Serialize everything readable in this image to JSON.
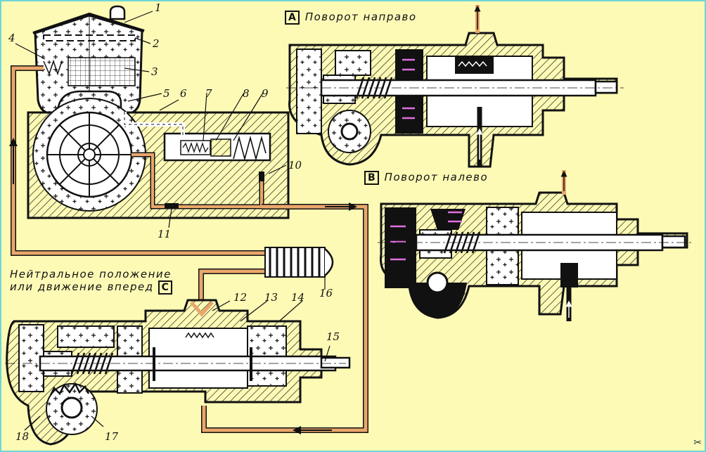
{
  "diagram": {
    "title_views": [
      {
        "badge": "A",
        "caption": "Поворот направо"
      },
      {
        "badge": "B",
        "caption": "Поворот налево"
      },
      {
        "badge": "C",
        "caption_line1": "Нейтральное положение",
        "caption_line2": "или движение вперед"
      }
    ],
    "part_labels": [
      "1",
      "2",
      "3",
      "4",
      "5",
      "6",
      "7",
      "8",
      "9",
      "10",
      "11",
      "12",
      "13",
      "14",
      "15",
      "16",
      "17",
      "18"
    ],
    "colors": {
      "background": "#fdfab6",
      "border": "#6fd6d6",
      "oil_line": "#e9a76b",
      "pressure_arrow": "#e070e0",
      "ink": "#111111"
    },
    "watermark_icon": "tools-icon"
  }
}
